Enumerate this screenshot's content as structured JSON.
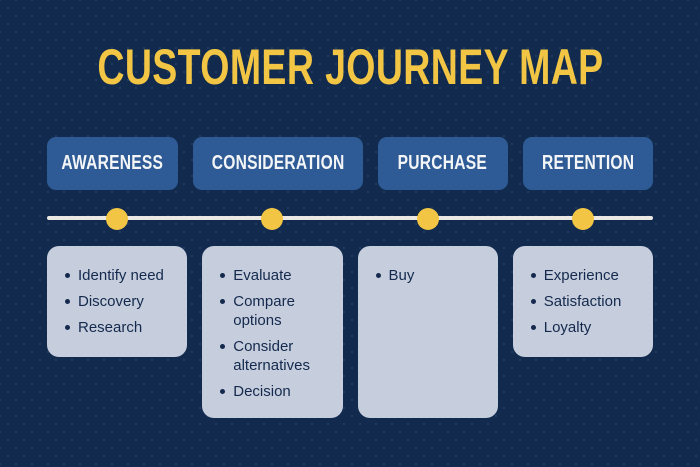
{
  "title": "CUSTOMER JOURNEY MAP",
  "stages": [
    {
      "label": "AWARENESS",
      "items": [
        "Identify need",
        "Discovery",
        "Research"
      ]
    },
    {
      "label": "CONSIDERATION",
      "items": [
        "Evaluate",
        "Compare options",
        "Consider alternatives",
        "Decision"
      ]
    },
    {
      "label": "PURCHASE",
      "items": [
        "Buy"
      ]
    },
    {
      "label": "RETENTION",
      "items": [
        "Experience",
        "Satisfaction",
        "Loyalty"
      ]
    }
  ],
  "timeline": {
    "marker_count": 4
  },
  "colors": {
    "background": "#112A4D",
    "stage_header_bg": "#2E5B95",
    "stage_header_text": "#F4F5F7",
    "card_bg": "#C6CEDD",
    "card_text": "#14294D",
    "accent_yellow": "#F2C644",
    "timeline_line": "#EBE8E4"
  }
}
